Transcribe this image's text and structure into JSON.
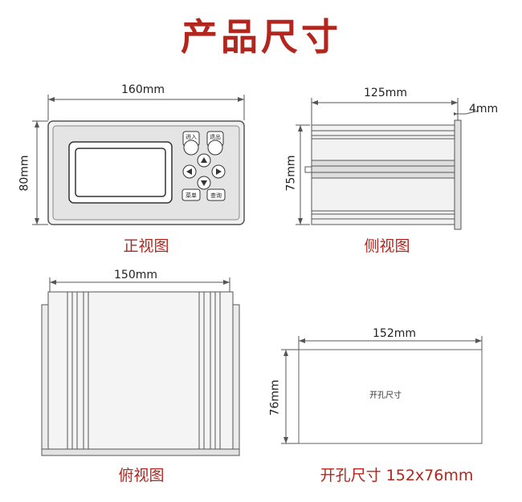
{
  "title": "产品尺寸",
  "front": {
    "caption": "正视图",
    "width_label": "160mm",
    "height_label": "80mm",
    "buttons": [
      "进入",
      "退出",
      "菜单",
      "查询"
    ]
  },
  "side": {
    "caption": "侧视图",
    "depth_label": "125mm",
    "height_label": "75mm",
    "bezel_label": "4mm"
  },
  "top": {
    "caption": "俯视图",
    "width_label": "150mm"
  },
  "cutout": {
    "caption": "开孔尺寸 152x76mm",
    "inner_label": "开孔尺寸",
    "width_label": "152mm",
    "height_label": "76mm"
  },
  "colors": {
    "accent": "#b3261e",
    "line": "#444444",
    "panel": "#e9e9e9"
  }
}
